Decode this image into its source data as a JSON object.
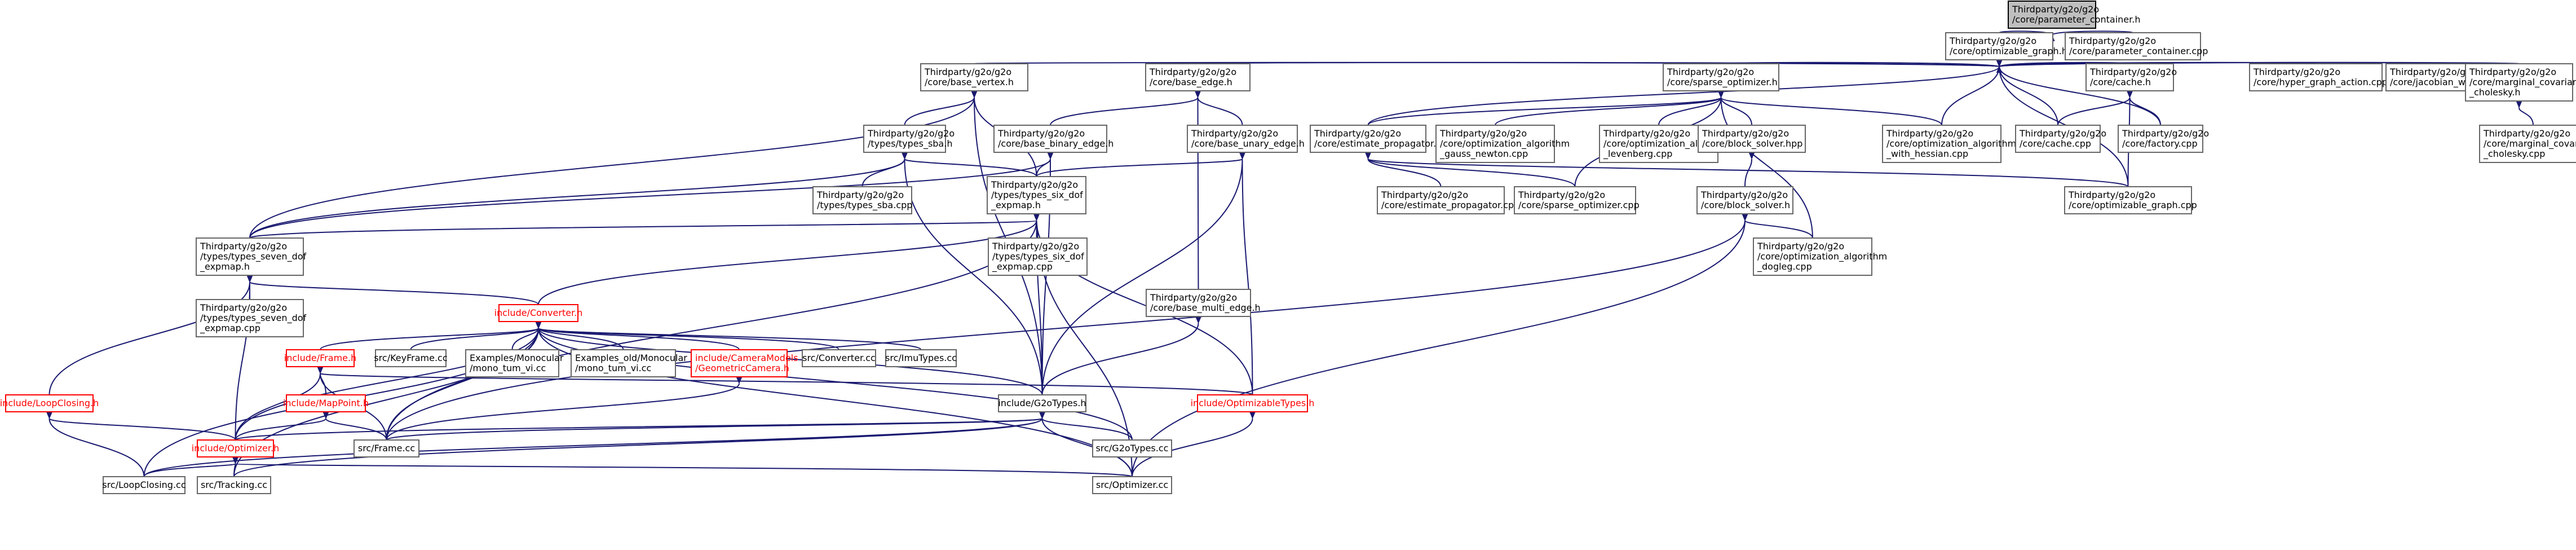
{
  "colors": {
    "edge": "#191970",
    "node_border": "#666666",
    "node_fill": "#ffffff",
    "root_fill": "#bfbfbf",
    "root_border": "#000000",
    "incomplete_border": "#ff0000",
    "incomplete_text": "#ff0000"
  },
  "nodes": [
    {
      "id": "param_container_h",
      "lines": [
        "Thirdparty/g2o/g2o",
        "/core/parameter_container.h"
      ],
      "kind": "root"
    },
    {
      "id": "optimizable_graph_h",
      "lines": [
        "Thirdparty/g2o/g2o",
        "/core/optimizable_graph.h"
      ],
      "kind": "normal"
    },
    {
      "id": "param_container_cpp",
      "lines": [
        "Thirdparty/g2o/g2o",
        "/core/parameter_container.cpp"
      ],
      "kind": "normal"
    },
    {
      "id": "base_vertex_h",
      "lines": [
        "Thirdparty/g2o/g2o",
        "/core/base_vertex.h"
      ],
      "kind": "normal"
    },
    {
      "id": "base_edge_h",
      "lines": [
        "Thirdparty/g2o/g2o",
        "/core/base_edge.h"
      ],
      "kind": "normal"
    },
    {
      "id": "sparse_optimizer_h",
      "lines": [
        "Thirdparty/g2o/g2o",
        "/core/sparse_optimizer.h"
      ],
      "kind": "normal"
    },
    {
      "id": "cache_h",
      "lines": [
        "Thirdparty/g2o/g2o",
        "/core/cache.h"
      ],
      "kind": "normal"
    },
    {
      "id": "hyper_graph_action_cpp",
      "lines": [
        "Thirdparty/g2o/g2o",
        "/core/hyper_graph_action.cpp"
      ],
      "kind": "normal"
    },
    {
      "id": "jacobian_workspace_cpp",
      "lines": [
        "Thirdparty/g2o/g2o",
        "/core/jacobian_workspace.cpp"
      ],
      "kind": "normal"
    },
    {
      "id": "marginal_cov_h",
      "lines": [
        "Thirdparty/g2o/g2o",
        "/core/marginal_covariance",
        "_cholesky.h"
      ],
      "kind": "normal"
    },
    {
      "id": "types_sba_h",
      "lines": [
        "Thirdparty/g2o/g2o",
        "/types/types_sba.h"
      ],
      "kind": "normal"
    },
    {
      "id": "base_binary_edge_h",
      "lines": [
        "Thirdparty/g2o/g2o",
        "/core/base_binary_edge.h"
      ],
      "kind": "normal"
    },
    {
      "id": "base_unary_edge_h",
      "lines": [
        "Thirdparty/g2o/g2o",
        "/core/base_unary_edge.h"
      ],
      "kind": "normal"
    },
    {
      "id": "estimate_propagator_h",
      "lines": [
        "Thirdparty/g2o/g2o",
        "/core/estimate_propagator.h"
      ],
      "kind": "normal"
    },
    {
      "id": "opt_gauss_newton_cpp",
      "lines": [
        "Thirdparty/g2o/g2o",
        "/core/optimization_algorithm",
        "_gauss_newton.cpp"
      ],
      "kind": "normal"
    },
    {
      "id": "opt_levenberg_cpp",
      "lines": [
        "Thirdparty/g2o/g2o",
        "/core/optimization_algorithm",
        "_levenberg.cpp"
      ],
      "kind": "normal"
    },
    {
      "id": "block_solver_hpp",
      "lines": [
        "Thirdparty/g2o/g2o",
        "/core/block_solver.hpp"
      ],
      "kind": "normal"
    },
    {
      "id": "opt_hessian_cpp",
      "lines": [
        "Thirdparty/g2o/g2o",
        "/core/optimization_algorithm",
        "_with_hessian.cpp"
      ],
      "kind": "normal"
    },
    {
      "id": "cache_cpp",
      "lines": [
        "Thirdparty/g2o/g2o",
        "/core/cache.cpp"
      ],
      "kind": "normal"
    },
    {
      "id": "factory_cpp",
      "lines": [
        "Thirdparty/g2o/g2o",
        "/core/factory.cpp"
      ],
      "kind": "normal"
    },
    {
      "id": "marginal_cov_cpp",
      "lines": [
        "Thirdparty/g2o/g2o",
        "/core/marginal_covariance",
        "_cholesky.cpp"
      ],
      "kind": "normal"
    },
    {
      "id": "types_sba_cpp",
      "lines": [
        "Thirdparty/g2o/g2o",
        "/types/types_sba.cpp"
      ],
      "kind": "normal"
    },
    {
      "id": "types_six_dof_h",
      "lines": [
        "Thirdparty/g2o/g2o",
        "/types/types_six_dof",
        "_expmap.h"
      ],
      "kind": "normal"
    },
    {
      "id": "estimate_propagator_cpp",
      "lines": [
        "Thirdparty/g2o/g2o",
        "/core/estimate_propagator.cpp"
      ],
      "kind": "normal"
    },
    {
      "id": "sparse_optimizer_cpp",
      "lines": [
        "Thirdparty/g2o/g2o",
        "/core/sparse_optimizer.cpp"
      ],
      "kind": "normal"
    },
    {
      "id": "block_solver_h",
      "lines": [
        "Thirdparty/g2o/g2o",
        "/core/block_solver.h"
      ],
      "kind": "normal"
    },
    {
      "id": "optimizable_graph_cpp",
      "lines": [
        "Thirdparty/g2o/g2o",
        "/core/optimizable_graph.cpp"
      ],
      "kind": "normal"
    },
    {
      "id": "types_seven_dof_h",
      "lines": [
        "Thirdparty/g2o/g2o",
        "/types/types_seven_dof",
        "_expmap.h"
      ],
      "kind": "normal"
    },
    {
      "id": "types_six_dof_cpp",
      "lines": [
        "Thirdparty/g2o/g2o",
        "/types/types_six_dof",
        "_expmap.cpp"
      ],
      "kind": "normal"
    },
    {
      "id": "opt_dogleg_cpp",
      "lines": [
        "Thirdparty/g2o/g2o",
        "/core/optimization_algorithm",
        "_dogleg.cpp"
      ],
      "kind": "normal"
    },
    {
      "id": "types_seven_dof_cpp",
      "lines": [
        "Thirdparty/g2o/g2o",
        "/types/types_seven_dof",
        "_expmap.cpp"
      ],
      "kind": "normal"
    },
    {
      "id": "base_multi_edge_h",
      "lines": [
        "Thirdparty/g2o/g2o",
        "/core/base_multi_edge.h"
      ],
      "kind": "normal"
    },
    {
      "id": "converter_h",
      "lines": [
        "include/Converter.h"
      ],
      "kind": "incomplete"
    },
    {
      "id": "frame_h",
      "lines": [
        "include/Frame.h"
      ],
      "kind": "incomplete"
    },
    {
      "id": "keyframe_cc",
      "lines": [
        "src/KeyFrame.cc"
      ],
      "kind": "normal"
    },
    {
      "id": "mono_tum_vi_cc",
      "lines": [
        "Examples/Monocular",
        "/mono_tum_vi.cc"
      ],
      "kind": "normal"
    },
    {
      "id": "mono_tum_vi_old_cc",
      "lines": [
        "Examples_old/Monocular",
        "/mono_tum_vi.cc"
      ],
      "kind": "normal"
    },
    {
      "id": "camera_models_h",
      "lines": [
        "include/CameraModels",
        "/GeometricCamera.h"
      ],
      "kind": "incomplete"
    },
    {
      "id": "converter_cc",
      "lines": [
        "src/Converter.cc"
      ],
      "kind": "normal"
    },
    {
      "id": "imu_types_cc",
      "lines": [
        "src/ImuTypes.cc"
      ],
      "kind": "normal"
    },
    {
      "id": "loop_closing_h",
      "lines": [
        "include/LoopClosing.h"
      ],
      "kind": "incomplete"
    },
    {
      "id": "map_point_h",
      "lines": [
        "include/MapPoint.h"
      ],
      "kind": "incomplete"
    },
    {
      "id": "optimizer_h",
      "lines": [
        "include/Optimizer.h"
      ],
      "kind": "incomplete"
    },
    {
      "id": "g2o_types_h",
      "lines": [
        "include/G2oTypes.h"
      ],
      "kind": "normal"
    },
    {
      "id": "optimizable_types_h",
      "lines": [
        "include/OptimizableTypes.h"
      ],
      "kind": "incomplete"
    },
    {
      "id": "frame_cc",
      "lines": [
        "src/Frame.cc"
      ],
      "kind": "normal"
    },
    {
      "id": "g2o_types_cc",
      "lines": [
        "src/G2oTypes.cc"
      ],
      "kind": "normal"
    },
    {
      "id": "loop_closing_cc",
      "lines": [
        "src/LoopClosing.cc"
      ],
      "kind": "normal"
    },
    {
      "id": "tracking_cc",
      "lines": [
        "src/Tracking.cc"
      ],
      "kind": "normal"
    },
    {
      "id": "optimizer_cc",
      "lines": [
        "src/Optimizer.cc"
      ],
      "kind": "normal"
    }
  ],
  "edges": [
    [
      "param_container_h",
      "optimizable_graph_h"
    ],
    [
      "param_container_h",
      "param_container_cpp"
    ],
    [
      "optimizable_graph_h",
      "base_vertex_h"
    ],
    [
      "optimizable_graph_h",
      "base_edge_h"
    ],
    [
      "optimizable_graph_h",
      "sparse_optimizer_h"
    ],
    [
      "optimizable_graph_h",
      "cache_h"
    ],
    [
      "optimizable_graph_h",
      "hyper_graph_action_cpp"
    ],
    [
      "optimizable_graph_h",
      "jacobian_workspace_cpp"
    ],
    [
      "optimizable_graph_h",
      "marginal_cov_h"
    ],
    [
      "optimizable_graph_h",
      "estimate_propagator_h"
    ],
    [
      "optimizable_graph_h",
      "opt_hessian_cpp"
    ],
    [
      "optimizable_graph_h",
      "cache_cpp"
    ],
    [
      "optimizable_graph_h",
      "factory_cpp"
    ],
    [
      "optimizable_graph_h",
      "optimizable_graph_cpp"
    ],
    [
      "base_vertex_h",
      "types_sba_h"
    ],
    [
      "base_vertex_h",
      "types_six_dof_h"
    ],
    [
      "base_vertex_h",
      "types_seven_dof_h"
    ],
    [
      "base_vertex_h",
      "g2o_types_h"
    ],
    [
      "base_edge_h",
      "base_binary_edge_h"
    ],
    [
      "base_edge_h",
      "base_unary_edge_h"
    ],
    [
      "base_edge_h",
      "base_multi_edge_h"
    ],
    [
      "sparse_optimizer_h",
      "estimate_propagator_h"
    ],
    [
      "sparse_optimizer_h",
      "opt_gauss_newton_cpp"
    ],
    [
      "sparse_optimizer_h",
      "opt_levenberg_cpp"
    ],
    [
      "sparse_optimizer_h",
      "block_solver_hpp"
    ],
    [
      "sparse_optimizer_h",
      "opt_hessian_cpp"
    ],
    [
      "sparse_optimizer_h",
      "sparse_optimizer_cpp"
    ],
    [
      "sparse_optimizer_h",
      "opt_dogleg_cpp"
    ],
    [
      "cache_h",
      "cache_cpp"
    ],
    [
      "cache_h",
      "factory_cpp"
    ],
    [
      "cache_h",
      "optimizable_graph_cpp"
    ],
    [
      "marginal_cov_h",
      "marginal_cov_cpp"
    ],
    [
      "types_sba_h",
      "types_sba_cpp"
    ],
    [
      "types_sba_h",
      "types_six_dof_h"
    ],
    [
      "types_sba_h",
      "types_seven_dof_h"
    ],
    [
      "types_sba_h",
      "g2o_types_h"
    ],
    [
      "base_binary_edge_h",
      "types_six_dof_h"
    ],
    [
      "base_binary_edge_h",
      "types_seven_dof_h"
    ],
    [
      "base_binary_edge_h",
      "g2o_types_h"
    ],
    [
      "base_unary_edge_h",
      "types_six_dof_h"
    ],
    [
      "base_unary_edge_h",
      "g2o_types_h"
    ],
    [
      "base_unary_edge_h",
      "optimizable_types_h"
    ],
    [
      "estimate_propagator_h",
      "estimate_propagator_cpp"
    ],
    [
      "estimate_propagator_h",
      "sparse_optimizer_cpp"
    ],
    [
      "estimate_propagator_h",
      "optimizable_graph_cpp"
    ],
    [
      "block_solver_hpp",
      "block_solver_h"
    ],
    [
      "types_six_dof_h",
      "types_six_dof_cpp"
    ],
    [
      "types_six_dof_h",
      "types_seven_dof_h"
    ],
    [
      "types_six_dof_h",
      "converter_h"
    ],
    [
      "types_six_dof_h",
      "g2o_types_h"
    ],
    [
      "types_six_dof_h",
      "optimizable_types_h"
    ],
    [
      "types_six_dof_h",
      "optimizer_cc"
    ],
    [
      "types_six_dof_h",
      "frame_cc"
    ],
    [
      "block_solver_h",
      "opt_dogleg_cpp"
    ],
    [
      "block_solver_h",
      "optimizer_cc"
    ],
    [
      "block_solver_h",
      "frame_cc"
    ],
    [
      "types_seven_dof_h",
      "types_seven_dof_cpp"
    ],
    [
      "types_seven_dof_h",
      "converter_h"
    ],
    [
      "types_seven_dof_h",
      "loop_closing_h"
    ],
    [
      "types_seven_dof_h",
      "optimizer_h"
    ],
    [
      "base_multi_edge_h",
      "g2o_types_h"
    ],
    [
      "converter_h",
      "frame_h"
    ],
    [
      "converter_h",
      "keyframe_cc"
    ],
    [
      "converter_h",
      "mono_tum_vi_cc"
    ],
    [
      "converter_h",
      "mono_tum_vi_old_cc"
    ],
    [
      "converter_h",
      "camera_models_h"
    ],
    [
      "converter_h",
      "converter_cc"
    ],
    [
      "converter_h",
      "imu_types_cc"
    ],
    [
      "converter_h",
      "g2o_types_h"
    ],
    [
      "converter_h",
      "optimizer_h"
    ],
    [
      "converter_h",
      "loop_closing_cc"
    ],
    [
      "converter_h",
      "tracking_cc"
    ],
    [
      "converter_h",
      "g2o_types_cc"
    ],
    [
      "converter_h",
      "optimizer_cc"
    ],
    [
      "converter_h",
      "frame_cc"
    ],
    [
      "frame_h",
      "map_point_h"
    ],
    [
      "frame_h",
      "optimizer_h"
    ],
    [
      "frame_h",
      "frame_cc"
    ],
    [
      "frame_h",
      "optimizable_types_h"
    ],
    [
      "map_point_h",
      "optimizer_h"
    ],
    [
      "map_point_h",
      "frame_cc"
    ],
    [
      "camera_models_h",
      "frame_cc"
    ],
    [
      "loop_closing_h",
      "loop_closing_cc"
    ],
    [
      "loop_closing_h",
      "optimizer_h"
    ],
    [
      "optimizer_h",
      "loop_closing_cc"
    ],
    [
      "optimizer_h",
      "tracking_cc"
    ],
    [
      "optimizer_h",
      "optimizer_cc"
    ],
    [
      "g2o_types_h",
      "optimizer_h"
    ],
    [
      "g2o_types_h",
      "frame_cc"
    ],
    [
      "g2o_types_h",
      "g2o_types_cc"
    ],
    [
      "g2o_types_h",
      "optimizer_cc"
    ],
    [
      "g2o_types_h",
      "tracking_cc"
    ],
    [
      "g2o_types_h",
      "loop_closing_cc"
    ],
    [
      "optimizable_types_h",
      "optimizer_cc"
    ]
  ]
}
